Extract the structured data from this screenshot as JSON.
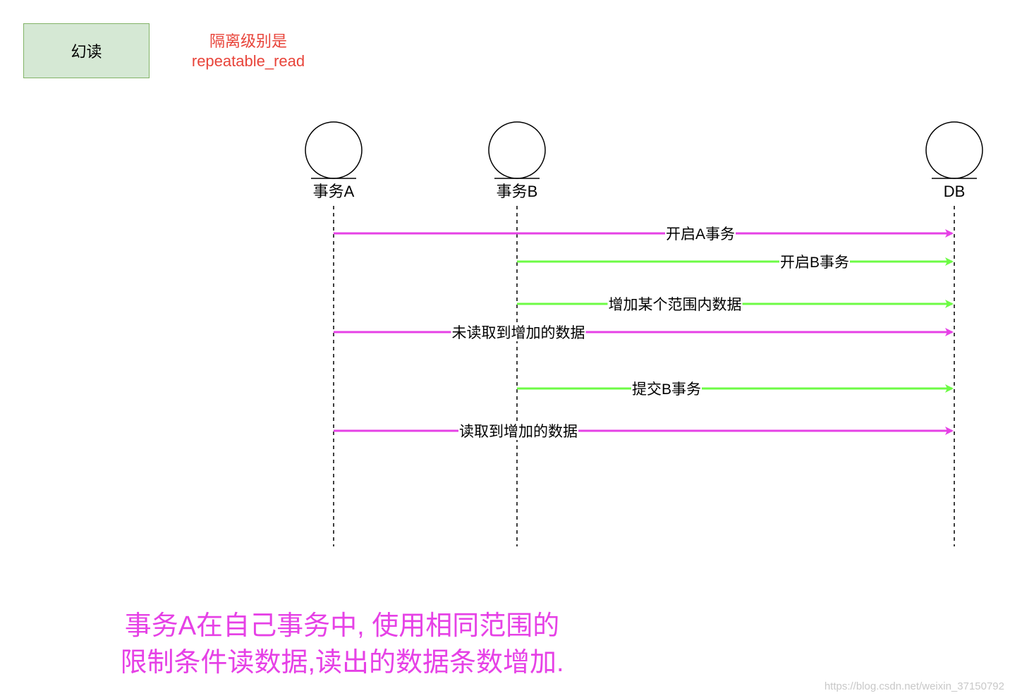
{
  "title": "幻读",
  "isolation": {
    "line1": "隔离级别是",
    "line2": "repeatable_read"
  },
  "actors": [
    "事务A",
    "事务B",
    "DB"
  ],
  "messages": [
    {
      "label": "开启A事务",
      "from": "事务A",
      "to": "DB",
      "color": "#e641e6"
    },
    {
      "label": "开启B事务",
      "from": "事务B",
      "to": "DB",
      "color": "#6dfb45"
    },
    {
      "label": "增加某个范围内数据",
      "from": "事务B",
      "to": "DB",
      "color": "#6dfb45"
    },
    {
      "label": "未读取到增加的数据",
      "from": "事务A",
      "to": "DB",
      "color": "#e641e6"
    },
    {
      "label": "提交B事务",
      "from": "事务B",
      "to": "DB",
      "color": "#6dfb45"
    },
    {
      "label": "读取到增加的数据",
      "from": "事务A",
      "to": "DB",
      "color": "#e641e6"
    }
  ],
  "note": {
    "line1": "事务A在自己事务中, 使用相同范围的",
    "line2": "限制条件读数据,读出的数据条数增加."
  },
  "watermark": "https://blog.csdn.net/weixin_37150792",
  "colors": {
    "transaction_a": "#e641e6",
    "transaction_b": "#6dfb45",
    "isolation_text": "#e8443a",
    "title_fill": "#d5e8d4",
    "title_stroke": "#82b366"
  }
}
